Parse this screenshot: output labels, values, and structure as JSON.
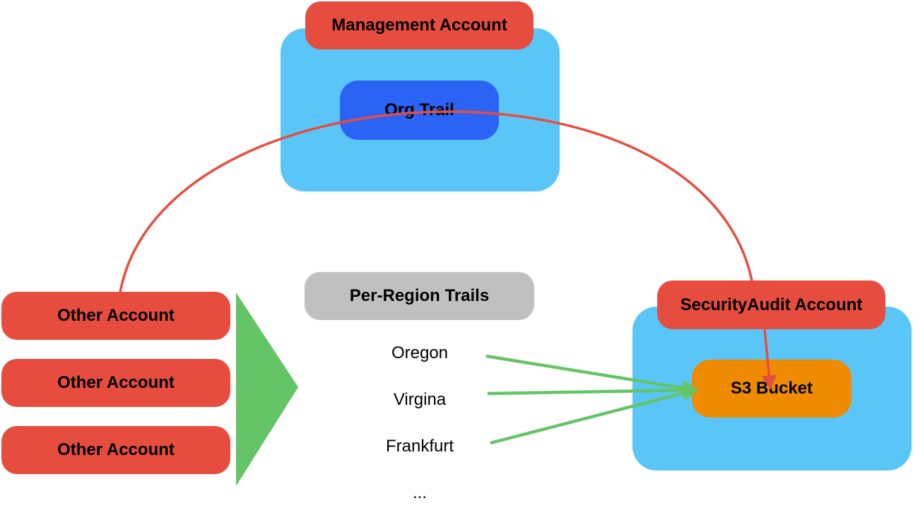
{
  "nodes": {
    "management_account": "Management Account",
    "org_trail": "Org Trail",
    "other_accounts": [
      "Other Account",
      "Other Account",
      "Other Account"
    ],
    "per_region_trails": "Per-Region Trails",
    "regions": [
      "Oregon",
      "Virgina",
      "Frankfurt",
      "..."
    ],
    "security_audit_account": "SecurityAudit Account",
    "s3_bucket": "S3 Bucket"
  },
  "colors": {
    "account_red": "#e64d3e",
    "container_blue": "#5ac6f8",
    "trail_blue": "#2b63f5",
    "bucket_orange": "#ef8b00",
    "region_gray": "#c0c0c0",
    "flow_green": "#64c466",
    "arc_red": "#e64d3e"
  }
}
